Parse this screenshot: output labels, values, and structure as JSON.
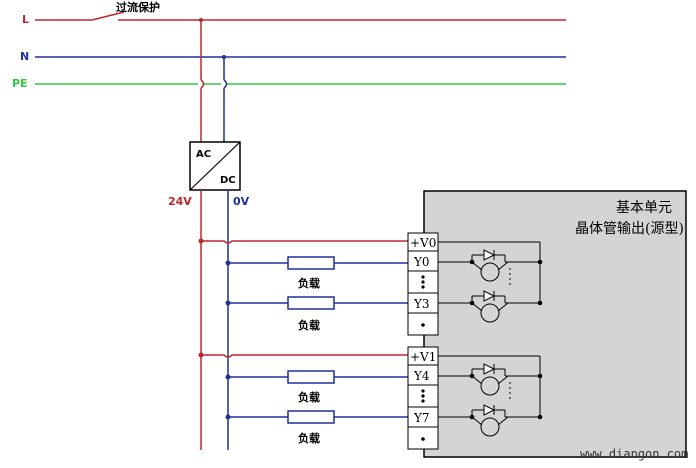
{
  "buses": {
    "l": "L",
    "n": "N",
    "pe": "PE"
  },
  "overcurrent_label": "过流保护",
  "psu": {
    "ac": "AC",
    "dc": "DC",
    "out_24v": "24V",
    "out_0v": "0V"
  },
  "module": {
    "line1": "基本单元",
    "line2": "晶体管输出(源型)"
  },
  "terminals": {
    "v0": "+V0",
    "y0": "Y0",
    "y3": "Y3",
    "v1": "+V1",
    "y4": "Y4",
    "y7": "Y7"
  },
  "load_label": "负载",
  "watermark": "www.diangon.com",
  "colors": {
    "l_wire": "#c0272d",
    "n_wire": "#1f2f9a",
    "pe_wire": "#2ecc40",
    "module_fill": "#d4d4d4"
  }
}
